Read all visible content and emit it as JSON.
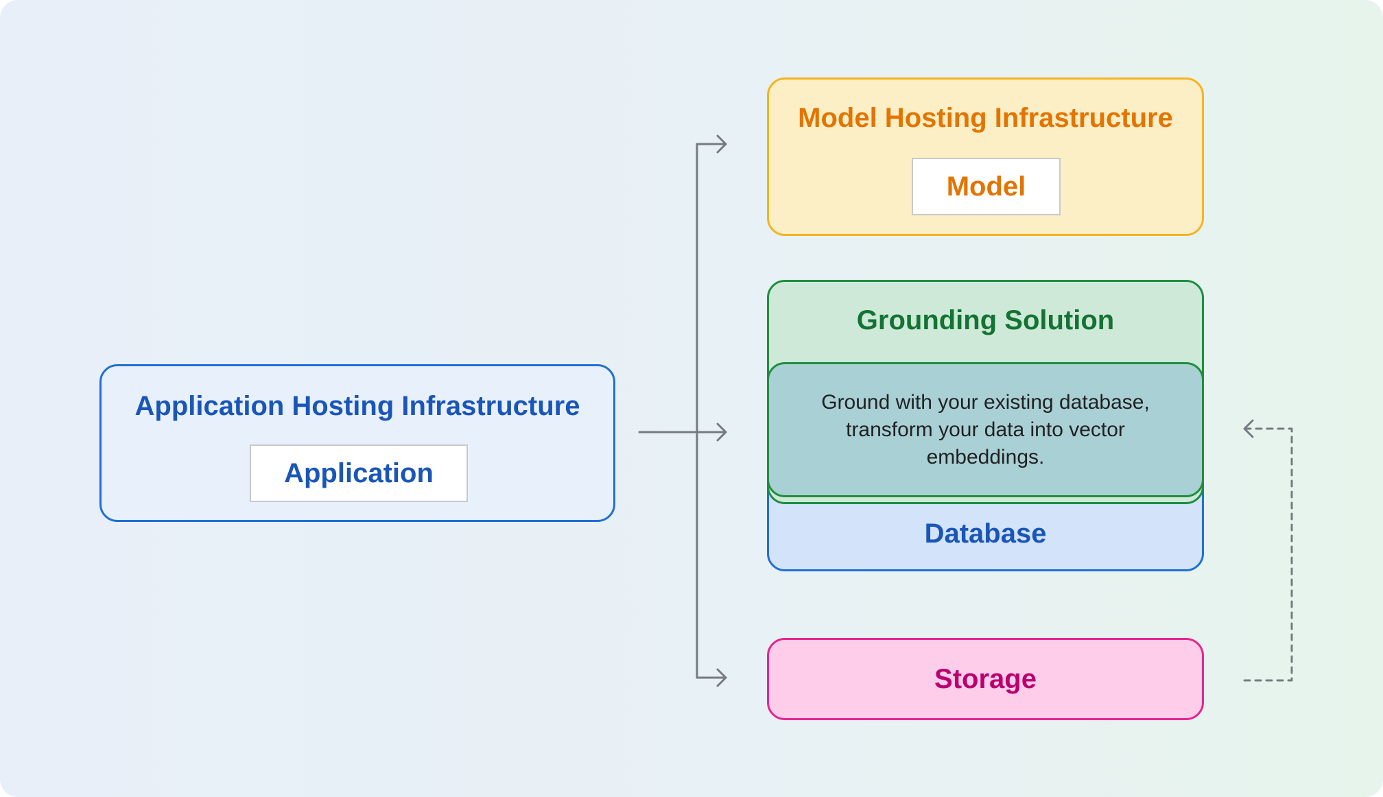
{
  "application_hosting": {
    "title": "Application Hosting Infrastructure",
    "inner_label": "Application"
  },
  "model_hosting": {
    "title": "Model Hosting Infrastructure",
    "inner_label": "Model"
  },
  "grounding": {
    "title": "Grounding Solution",
    "description": "Ground with your existing database, transform your data into vector embeddings."
  },
  "database": {
    "label": "Database"
  },
  "storage": {
    "label": "Storage"
  },
  "colors": {
    "blue": "#1a56b8",
    "orange": "#e37400",
    "green": "#137333",
    "pink": "#b8006e",
    "connector": "#757b7f"
  },
  "connectors": [
    {
      "from": "application",
      "to": "model_hosting",
      "style": "solid-arrow"
    },
    {
      "from": "application",
      "to": "grounding",
      "style": "solid-arrow"
    },
    {
      "from": "application",
      "to": "storage",
      "style": "solid-arrow"
    },
    {
      "from": "storage",
      "to": "grounding",
      "style": "dashed-arrow"
    }
  ]
}
